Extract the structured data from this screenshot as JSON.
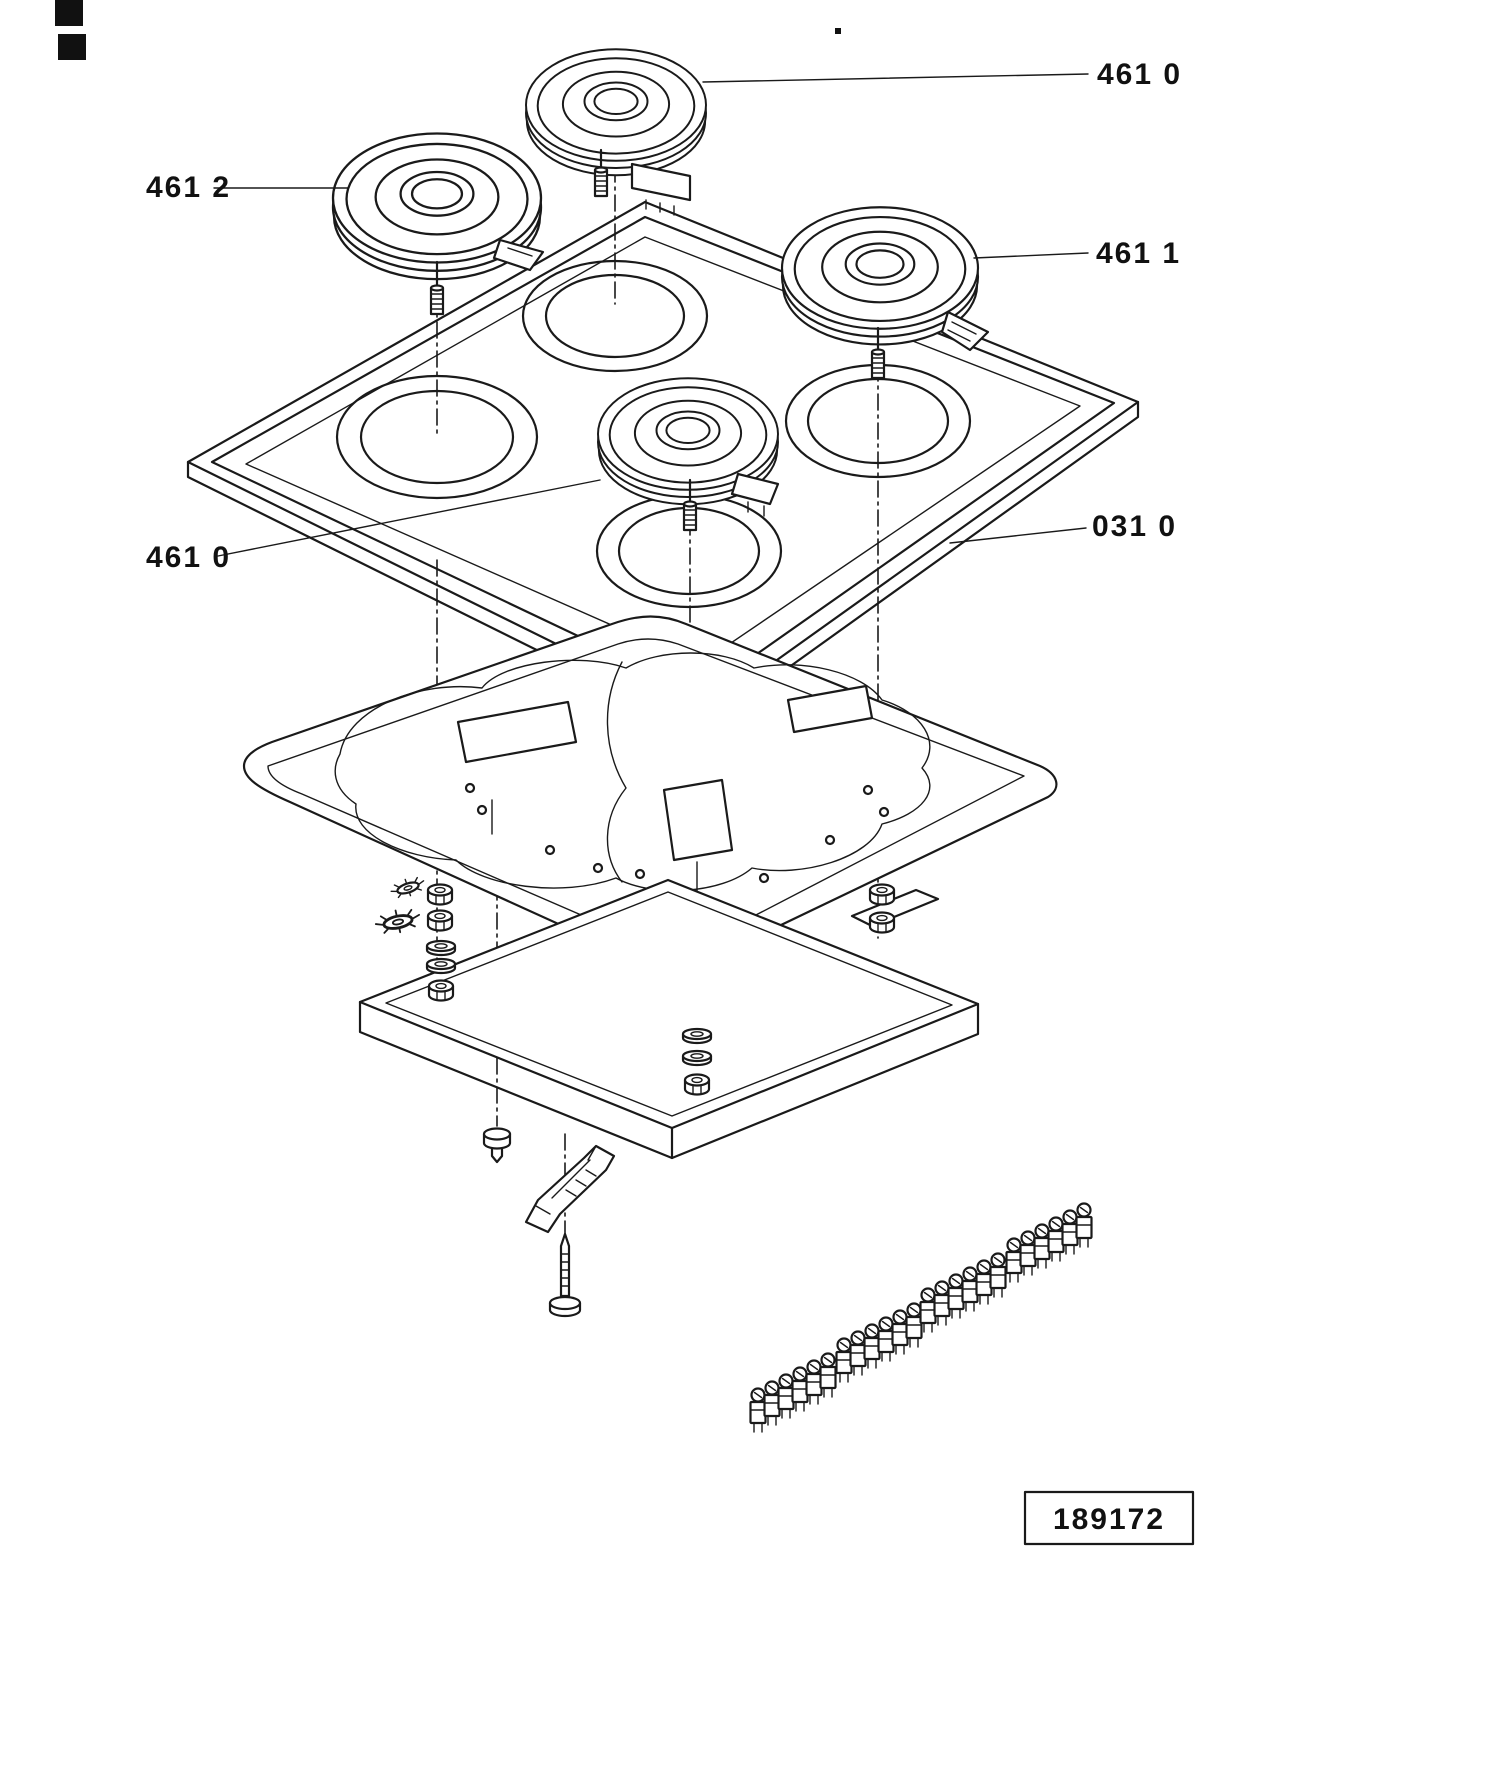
{
  "page": {
    "background": "#ffffff",
    "ink": "#1a1a1a"
  },
  "labels": {
    "burner_rear": "461 0",
    "burner_left": "461 2",
    "burner_right": "461 1",
    "top_panel": "031 0",
    "burner_center": "461 0",
    "drawing_number": "189172"
  }
}
